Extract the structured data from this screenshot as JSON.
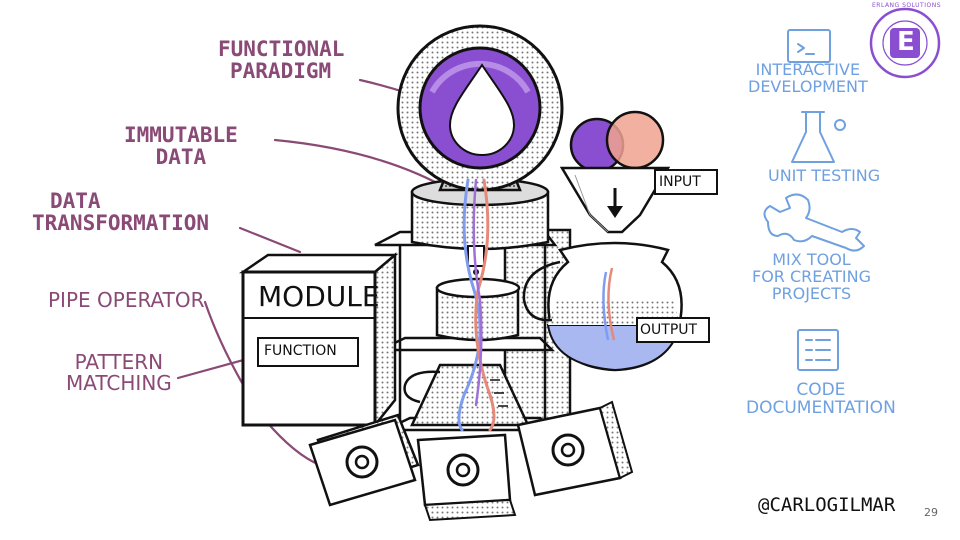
{
  "colors": {
    "left_labels": "#8a4a76",
    "right_labels": "#6fa0e0",
    "purple": "#8a4fd0",
    "ink": "#111111",
    "liquid_blue": "#a9b8f0",
    "ball_red": "#f0a38f"
  },
  "left_labels": [
    {
      "id": "functional",
      "lines": [
        "FUNCTIONAL",
        "PARADIGM"
      ]
    },
    {
      "id": "immutable",
      "lines": [
        "IMMUTABLE",
        "DATA"
      ]
    },
    {
      "id": "transformation",
      "lines": [
        "DATA",
        "TRANSFORMATION"
      ]
    },
    {
      "id": "pipe",
      "lines": [
        "PIPE OPERATOR"
      ]
    },
    {
      "id": "pattern",
      "lines": [
        "PATTERN",
        "MATCHING"
      ]
    }
  ],
  "right_labels": [
    {
      "id": "interactive",
      "lines": [
        "INTERACTIVE",
        "DEVELOPMENT"
      ],
      "icon": "terminal-icon"
    },
    {
      "id": "unit-testing",
      "lines": [
        "UNIT TESTING"
      ],
      "icon": "flask-icon"
    },
    {
      "id": "mix",
      "lines": [
        "MIX TOOL",
        "FOR CREATING",
        "PROJECTS"
      ],
      "icon": "wrench-icon"
    },
    {
      "id": "docs",
      "lines": [
        "CODE",
        "DOCUMENTATION"
      ],
      "icon": "document-icon"
    }
  ],
  "machine": {
    "module_label": "MODULE",
    "function_label": "FUNCTION",
    "input_tag": "INPUT",
    "output_tag": "OUTPUT"
  },
  "badge": {
    "text": "ERLANG SOLUTIONS",
    "letter": "E"
  },
  "footer": {
    "handle": "@CARLOGILMAR",
    "page_number": "29"
  }
}
